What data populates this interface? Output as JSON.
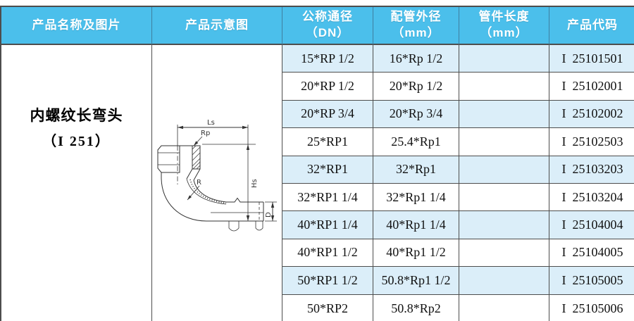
{
  "table": {
    "header": {
      "columns": [
        {
          "line1": "产品名称及图片",
          "line2": ""
        },
        {
          "line1": "产品示意图",
          "line2": ""
        },
        {
          "line1": "公称通径",
          "line2": "（DN）"
        },
        {
          "line1": "配管外径",
          "line2": "（mm）"
        },
        {
          "line1": "管件长度",
          "line2": "（mm）"
        },
        {
          "line1": "产品代码",
          "line2": ""
        }
      ]
    },
    "product": {
      "name": "内螺纹长弯头",
      "series": "（I 251）"
    },
    "rows": [
      {
        "dn": "15*RP 1/2",
        "od": "16*Rp 1/2",
        "len": "",
        "code": "I  25101501"
      },
      {
        "dn": "20*RP 1/2",
        "od": "20*Rp 1/2",
        "len": "",
        "code": "I  25102001"
      },
      {
        "dn": "20*RP 3/4",
        "od": "20*Rp 3/4",
        "len": "",
        "code": "I  25102002"
      },
      {
        "dn": "25*RP1",
        "od": "25.4*Rp1",
        "len": "",
        "code": "I  25102503"
      },
      {
        "dn": "32*RP1",
        "od": "32*Rp1",
        "len": "",
        "code": "I  25103203"
      },
      {
        "dn": "32*RP1 1/4",
        "od": "32*Rp1 1/4",
        "len": "",
        "code": "I  25103204"
      },
      {
        "dn": "40*RP1 1/4",
        "od": "40*Rp1 1/4",
        "len": "",
        "code": "I  25104004"
      },
      {
        "dn": "40*RP1 1/2",
        "od": "40*Rp1 1/2",
        "len": "",
        "code": "I  25104005"
      },
      {
        "dn": "50*RP1 1/2",
        "od": "50.8*Rp1 1/2",
        "len": "",
        "code": "I  25105005"
      },
      {
        "dn": "50*RP2",
        "od": "50.8*Rp2",
        "len": "",
        "code": "I  25105006"
      }
    ]
  },
  "diagram": {
    "labels": {
      "ls": "Ls",
      "rp": "Rp",
      "r": "R",
      "hs": "Hs",
      "d": "D"
    }
  },
  "colors": {
    "header_bg": "#4BBFEB",
    "row_alt_bg": "#DBEEF9",
    "grid": "#4D4D4D"
  }
}
